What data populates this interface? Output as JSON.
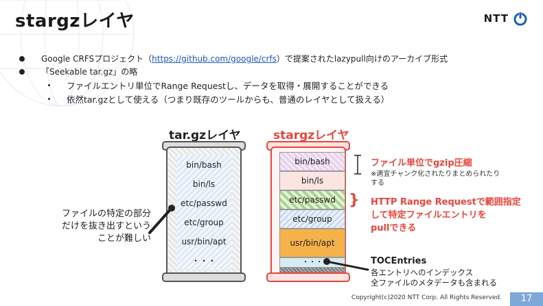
{
  "header": {
    "title": "stargzレイヤ",
    "logo_text": "NTT"
  },
  "bullets": [
    {
      "prefix": "Google CRFSプロジェクト（",
      "link": "https://github.com/google/crfs",
      "suffix": "）で提案されたlazypull向けのアーカイブ形式"
    },
    {
      "text": "「Seekable tar.gz」の略"
    }
  ],
  "sub_bullets": [
    "ファイルエントリ単位でRange Requestし、データを取得・展開することができる",
    "依然tar.gzとして使える（つまり既存のツールからも、普通のレイヤとして扱える）"
  ],
  "tar": {
    "heading": "tar.gzレイヤ",
    "files": [
      "bin/bash",
      "bin/ls",
      "etc/passwd",
      "etc/group",
      "usr/bin/apt",
      "・・・"
    ]
  },
  "stargz": {
    "heading": "stargzレイヤ",
    "files": [
      "bin/bash",
      "bin/ls",
      "etc/passwd",
      "etc/group",
      "usr/bin/apt",
      "・・・"
    ]
  },
  "notes": {
    "left": [
      "ファイルの特定の部分",
      "だけを抜き出すという",
      "ことが難しい"
    ],
    "gzip_title": "ファイル単位でgzip圧縮",
    "gzip_sub": [
      "※適宜チャンク化されたりまとめられたり",
      "する"
    ],
    "range": [
      "HTTP Range Requestで範囲指定",
      "して特定ファイルエントリを",
      "pullできる"
    ],
    "toc_title": "TOCEntries",
    "toc_lines": [
      "各エントリへのインデックス",
      "全ファイルのメタデータも含まれる"
    ]
  },
  "footer": {
    "copyright": "Copyright(c)2020 NTT Corp. All Rights Reserved.",
    "page": "17"
  },
  "colors": {
    "accent_red": "#e8453c",
    "accent_blue": "#1a56c9",
    "page_badge": "#7ea8d8"
  }
}
